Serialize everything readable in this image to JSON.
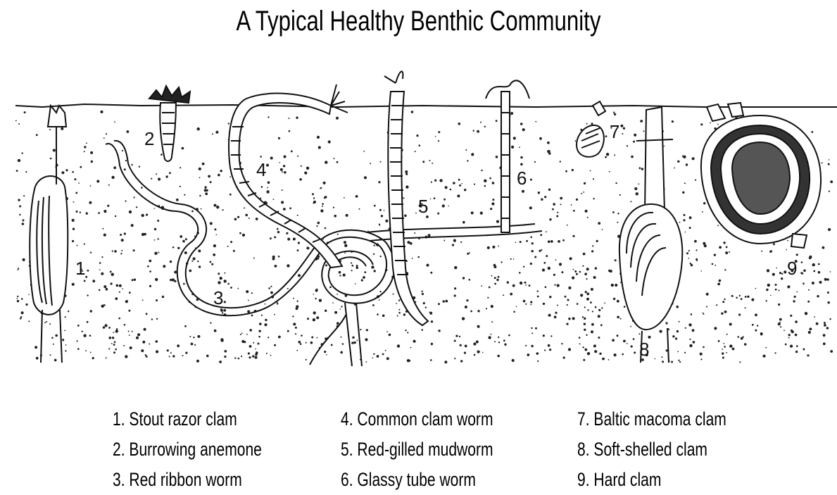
{
  "title": "A Typical Healthy Benthic Community",
  "numbers": [
    "1",
    "2",
    "3",
    "4",
    "5",
    "6",
    "7",
    "8",
    "9"
  ],
  "legend": [
    [
      "1. Stout razor clam",
      "2. Burrowing anemone",
      "3. Red ribbon worm"
    ],
    [
      "4. Common clam worm",
      "5. Red-gilled mudworm",
      "6. Glassy tube worm"
    ],
    [
      "7. Baltic macoma clam",
      "8. Soft-shelled clam",
      "9. Hard clam"
    ]
  ]
}
